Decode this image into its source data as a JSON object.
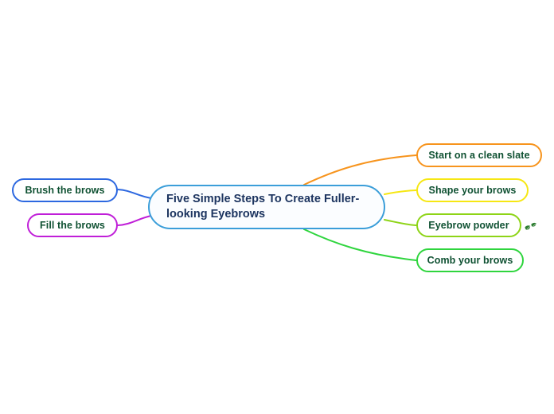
{
  "map": {
    "root": {
      "label": "Five Simple Steps To Create Fuller-looking Eyebrows",
      "border_color": "#3b9ed9",
      "text_color": "#1d3560",
      "fill_color": "#fbfdff"
    },
    "branch_text_color": "#0f5132",
    "branches": [
      {
        "label": "Brush the brows",
        "border_color": "#2d68e0",
        "side": "left"
      },
      {
        "label": "Fill the brows",
        "border_color": "#c01fd8",
        "side": "left"
      },
      {
        "label": "Start on a clean slate",
        "border_color": "#f7941d",
        "side": "right"
      },
      {
        "label": "Shape your brows",
        "border_color": "#f6e713",
        "side": "right"
      },
      {
        "label": "Eyebrow powder",
        "border_color": "#8ed417",
        "side": "right",
        "icon": "leaf-icon",
        "icon_color": "#2e7d32"
      },
      {
        "label": "Comb your brows",
        "border_color": "#2fd53e",
        "side": "right"
      }
    ]
  }
}
